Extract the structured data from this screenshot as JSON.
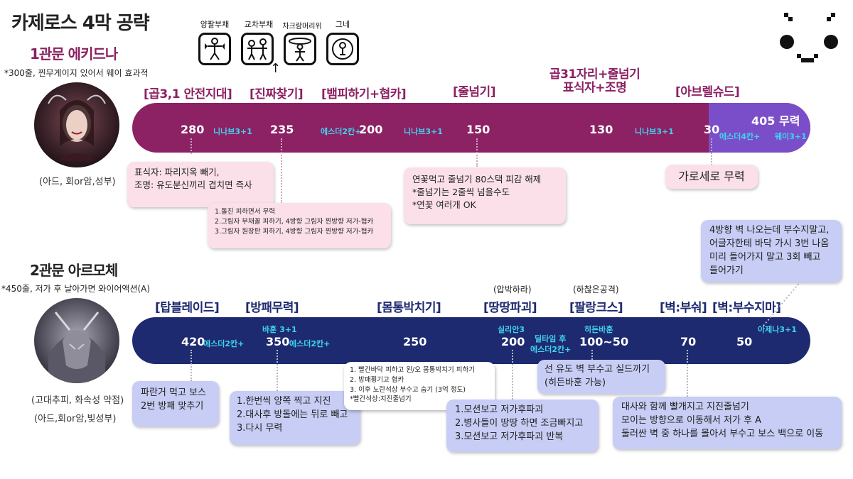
{
  "title": "카제로스 4막 공략",
  "icons": {
    "items": [
      {
        "label": "양팔부채",
        "icon": "two-fans-figure-icon"
      },
      {
        "label": "교차부채",
        "icon": "crossed-fans-figure-icon"
      },
      {
        "label": "차크람머리위",
        "icon": "chakram-overhead-figure-icon"
      },
      {
        "label": "그네",
        "icon": "swing-icon"
      }
    ],
    "arrow": "↑"
  },
  "stage1": {
    "title": "1관문 에키드나",
    "note": "*300줄, 찐무게이지 있어서 웨이 효과적",
    "caption": "(아드, 회or암,성부)",
    "hp": [
      "280",
      "235",
      "200",
      "150",
      "130",
      "30"
    ],
    "hp_end": "405 무력",
    "cyan": [
      "니나브3+1",
      "에스더2칸+",
      "니나브3+1",
      "니나브3+1",
      "에스더4칸+",
      "웨이3+1"
    ],
    "brackets": [
      "[곱3,1 안전지대]",
      "[진짜찾기]",
      "[뱀피하기+협카]",
      "[줄넘기]",
      "[아브렐슈드]"
    ],
    "bracket_multi": [
      "곱31자리+줄넘기",
      "표식자+조명"
    ],
    "box_a": [
      "표식자: 파리지옥 빼기,",
      "조명: 유도분신끼리 겹치면 즉사"
    ],
    "box_b": [
      "1.돌진 피하면서 무력",
      "2.그림자 부채꼴 피하기, 4방향 그림자 찐방향 저가-협카",
      "3.그림자 원장판 피하기, 4방향 그림자 찐방향 저가-협카"
    ],
    "box_c": [
      "연꽃먹고 줄넘기 80스택 피감 해제",
      "*줄넘기는 2줄씩 넘을수도",
      "*연꽃 여러개 OK"
    ],
    "box_d": "가로세로 무력"
  },
  "stage2": {
    "title": "2관문 아르모체",
    "note": "*450줄, 저가 후 날아가면 와이어액션(A)",
    "caption1": "(고대추피, 화속성 약점)",
    "caption2": "(아드,회or암,빛성부)",
    "hp": [
      "420",
      "350",
      "250",
      "200",
      "100~50",
      "70",
      "50"
    ],
    "cyan": [
      "에스더2칸+",
      "바훈 3+1",
      "에스더2칸+",
      "실리안3",
      "딜타임 후",
      "에스더2칸+",
      "히든바훈",
      "아제나3+1"
    ],
    "brackets": [
      "[탑블레이드]",
      "[방패무력]",
      "[몸통박치기]",
      "[땅땅파괴]",
      "[팔랑크스]",
      "[벽:부숴]",
      "[벽:부수지마]"
    ],
    "above": [
      "(압박하라)",
      "(하찮은공격)"
    ],
    "box_a": [
      "파란거 먹고 보스",
      "2번 방패 맞추기"
    ],
    "box_b": [
      "1.한번씩 양쪽 찍고 지진",
      "2.대사후 방돌에는 뒤로 빼고",
      "3.다시 무력"
    ],
    "box_c": [
      "1. 빨간바닥 피하고 왼/오 몸통박치기 피하기",
      "2. 방패휭기고 협카",
      "3. 이후 노란석상 부수고 숨기 (3억 정도)",
      "*빨간석상:지진줄넘기"
    ],
    "box_d": [
      "1.모션보고 저가후파괴",
      "2.병사들이 땅땅 하면 조금빠지고",
      "3.모션보고 저가후파괴 반복"
    ],
    "box_e": [
      "선 유도 벽 부수고 실드까기",
      "(히든바훈 가능)"
    ],
    "box_f": [
      "대사와 함께 빨개지고 지진줄넘기",
      "모이는 방향으로 이동해서 저가 후 A",
      "둘러싼 벽 중 하나를 몰아서 부수고 보스 백으로 이동"
    ],
    "box_g": [
      "4방향 벽 나오는데 부수지말고,",
      "어글자한테 바닥 가시 3번 나옴",
      "미리 들어가지 말고 3회 빼고",
      "들어가기"
    ]
  },
  "colors": {
    "stage1_bar": "#8c2163",
    "stage1_bar_end": "#7b4ec9",
    "stage2_bar": "#1e2a70",
    "cyan": "#3fd4f0",
    "pink_box": "#fbe0ea",
    "blue_box": "#c7cdf4"
  }
}
